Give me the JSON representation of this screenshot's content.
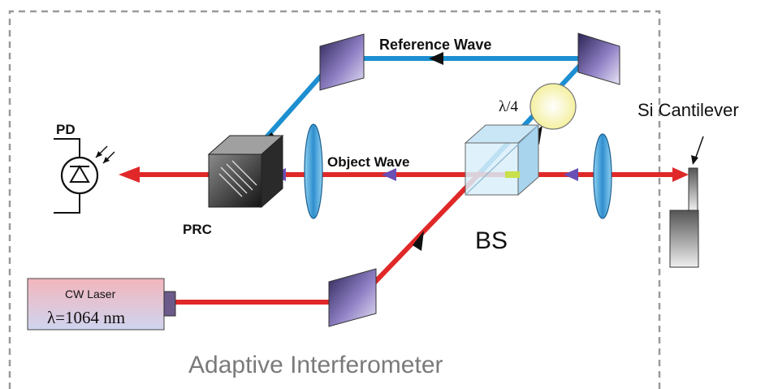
{
  "diagram": {
    "frame_label": "Adaptive Interferometer",
    "labels": {
      "reference_wave": "Reference Wave",
      "object_wave": "Object Wave",
      "quarter_wave": "λ/4",
      "pd": "PD",
      "prc": "PRC",
      "bs": "BS",
      "cantilever": "Si Cantilever",
      "laser_title": "CW Laser",
      "laser_wavelength": "λ=1064 nm"
    },
    "colors": {
      "object_beam": "#e02828",
      "reference_beam": "#1d8fd1",
      "arrow_black": "#111111",
      "arrow_purple": "#6a4fb5",
      "frame": "#9a9a9a"
    }
  }
}
